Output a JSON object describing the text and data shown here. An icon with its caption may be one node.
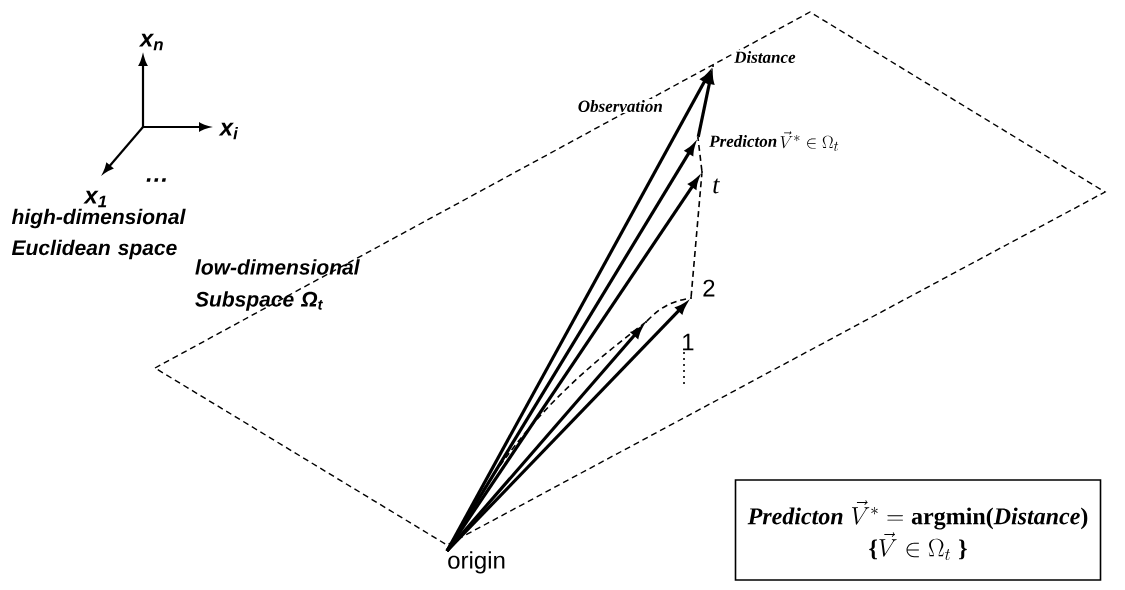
{
  "diagram": {
    "nodes": [
      {
        "text": [
          "low-dimensional Subspace Ω$_{t}$"
        ]
      },
      {
        "text": [
          "origin"
        ]
      },
      {
        "text": [],
        "shape": "point",
        "in": 0,
        "beside": [
          "1"
        ]
      },
      {
        "text": [],
        "shape": "point",
        "in": 0,
        "beside": [
          "2"
        ]
      },
      {
        "text": [],
        "shape": "point",
        "in": 0,
        "beside": [
          "t"
        ]
      },
      {
        "text": [],
        "shape": "point",
        "in": 0,
        "beside": [
          "Predicton",
          "\\vec{V}^{*} \\in \\Omega_{t}"
        ]
      },
      {
        "text": [],
        "shape": "point",
        "in": 0
      },
      {
        "text": [
          "\\textbf{\\textit{Predicton}}\\;\\vec{V}^{*} = \\textbf{argmin(}\\textbf{\\textit{Distance}}\\textbf{)}",
          "\\textbf{\\{}\\vec{V} \\in \\Omega_{t}\\;\\textbf{\\}}"
        ]
      }
    ],
    "edges": [
      {
        "from": 1,
        "to": 2,
        "arrow": "to"
      },
      {
        "from": 1,
        "to": 3,
        "arrow": "to"
      },
      {
        "from": 1,
        "to": 4,
        "arrow": "to"
      },
      {
        "from": 1,
        "to": 5,
        "arrow": "to"
      },
      {
        "from": 1,
        "to": 6,
        "arrow": "to",
        "label": "Observation"
      },
      {
        "from": 5,
        "to": 6,
        "arrow": "to",
        "label": "Distance"
      },
      {
        "from": 1,
        "to": 2,
        "arrow": "none",
        "style": "dashed"
      },
      {
        "from": 2,
        "to": 3,
        "arrow": "none",
        "style": "dashed"
      },
      {
        "from": 3,
        "to": 4,
        "arrow": "none",
        "style": "dashed"
      },
      {
        "from": 4,
        "to": 5,
        "arrow": "none",
        "style": "dashed"
      }
    ],
    "labels": [
      "x$_{n}$",
      "x$_{i}$",
      "x$_{1}$",
      "…",
      "high-dimensional Euclidean space"
    ]
  }
}
